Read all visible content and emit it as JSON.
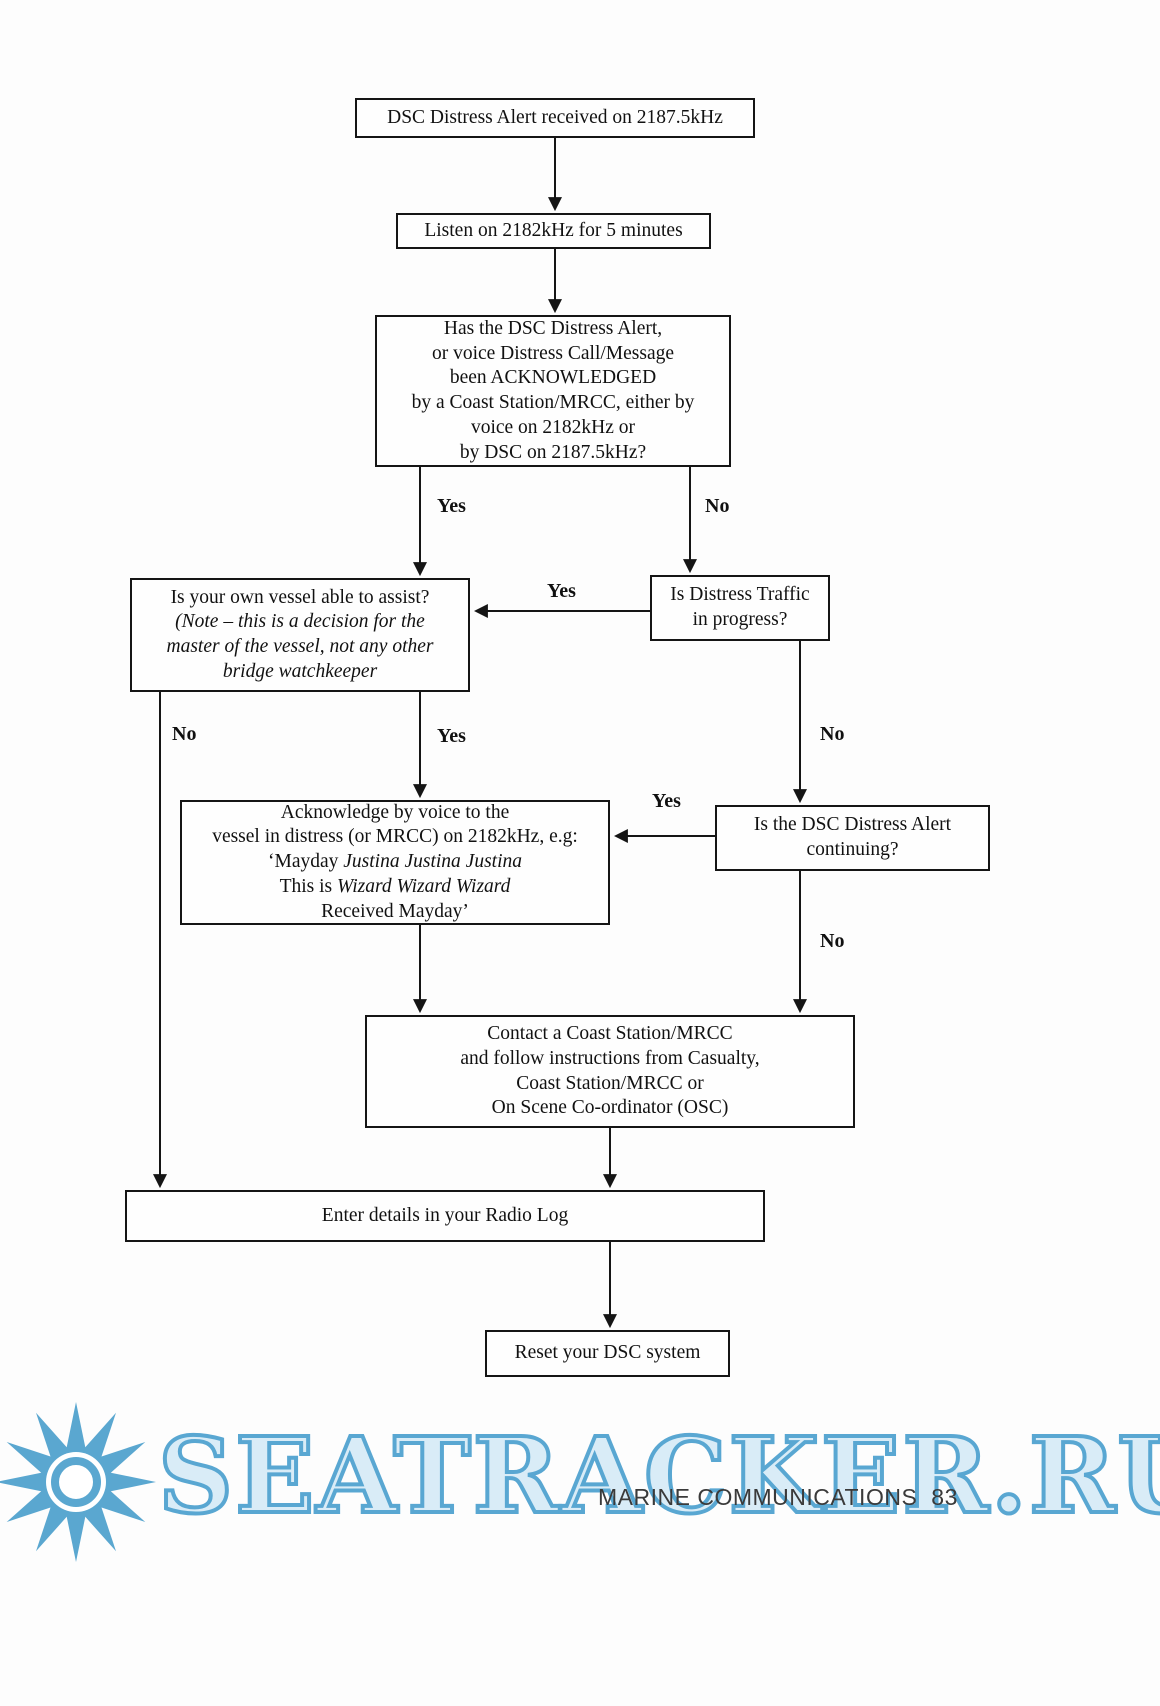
{
  "page": {
    "watermark": "SEATRACKER.RU",
    "footer_text": "MARINE COMMUNICATIONS",
    "page_number": "83",
    "accent_color": "#59a7d2",
    "line_color": "#151515"
  },
  "nodes": {
    "start": "DSC Distress Alert received on 2187.5kHz",
    "listen": "Listen on 2182kHz for 5 minutes",
    "acknowledged": "Has the DSC Distress Alert,\nor voice Distress Call/Message\nbeen ACKNOWLEDGED\nby a Coast Station/MRCC, either by\nvoice on 2182kHz or\nby DSC on 2187.5kHz?",
    "traffic": "Is Distress Traffic\nin progress?",
    "assist_title": "Is your own vessel able to assist?",
    "assist_note": "(Note – this is a decision for the\nmaster of the vessel, not any other\nbridge watchkeeper",
    "ack_line1": "Acknowledge by voice to the",
    "ack_line2": "vessel in distress (or MRCC) on 2182kHz, e.g:",
    "ack_line3_pre": "‘Mayday ",
    "ack_line3_it": "Justina Justina Justina",
    "ack_line4_pre": "This is ",
    "ack_line4_it": "Wizard Wizard Wizard",
    "ack_line5": "Received Mayday’",
    "continuing": "Is the DSC Distress Alert\ncontinuing?",
    "contact": "Contact a Coast Station/MRCC\nand follow instructions from Casualty,\nCoast Station/MRCC or\nOn Scene Co-ordinator (OSC)",
    "log": "Enter details in your Radio Log",
    "reset": "Reset your DSC system"
  },
  "edge_labels": {
    "yes_acknowledged": "Yes",
    "no_acknowledged": "No",
    "yes_traffic_to_assist": "Yes",
    "no_assist": "No",
    "yes_assist": "Yes",
    "no_traffic": "No",
    "yes_continuing": "Yes",
    "no_continuing": "No"
  }
}
